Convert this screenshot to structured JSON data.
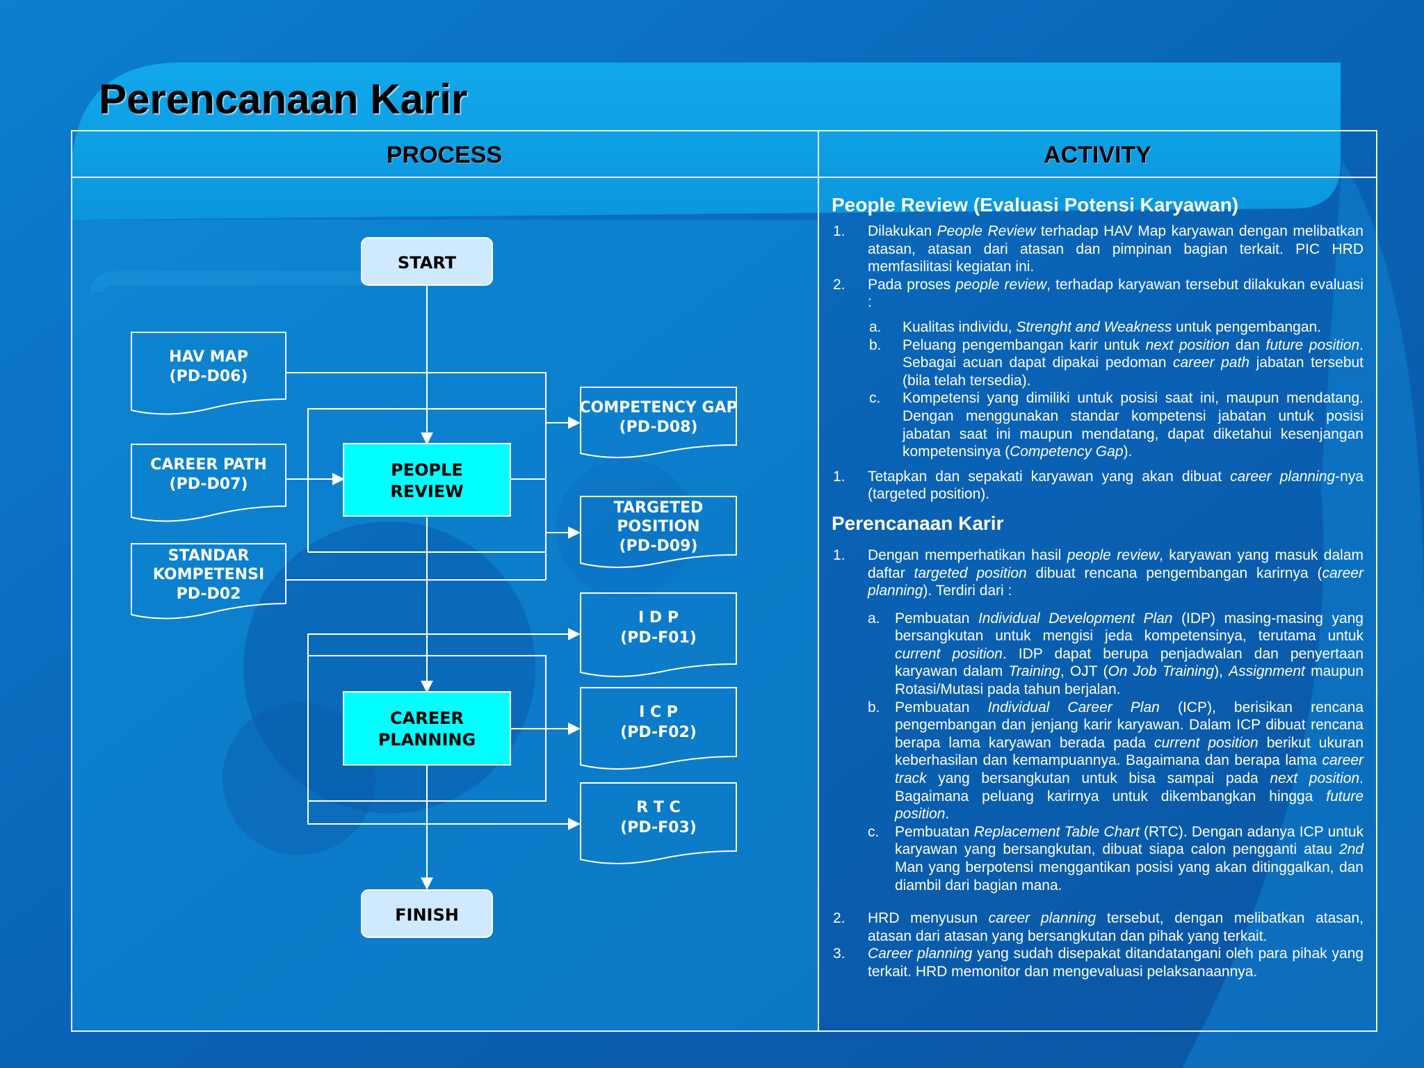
{
  "slide": {
    "title": "Perencanaan Karir",
    "columns": {
      "process": "PROCESS",
      "activity": "ACTIVITY"
    }
  },
  "flowchart": {
    "start": "START",
    "finish": "FINISH",
    "inputs": [
      {
        "lines": [
          "HAV MAP",
          "(PD-D06)"
        ]
      },
      {
        "lines": [
          "CAREER PATH",
          "(PD-D07)"
        ]
      },
      {
        "lines": [
          "STANDAR",
          "KOMPETENSI",
          "PD-D02"
        ]
      }
    ],
    "processes": [
      {
        "lines": [
          "PEOPLE",
          "REVIEW"
        ]
      },
      {
        "lines": [
          "CAREER",
          "PLANNING"
        ]
      }
    ],
    "outputs": [
      {
        "lines": [
          "COMPETENCY GAP",
          "(PD-D08)"
        ]
      },
      {
        "lines": [
          "TARGETED",
          "POSITION",
          "(PD-D09)"
        ]
      },
      {
        "lines": [
          "I D P",
          "(PD-F01)"
        ]
      },
      {
        "lines": [
          "I C P",
          "(PD-F02)"
        ]
      },
      {
        "lines": [
          "R T C",
          "(PD-F03)"
        ]
      }
    ]
  },
  "activity": {
    "people_review": {
      "heading": "People Review (Evaluasi Potensi Karyawan)",
      "items": [
        {
          "num": "1.",
          "parts": [
            [
              "Dilakukan ",
              false
            ],
            [
              "People Review",
              true
            ],
            [
              " terhadap HAV Map karyawan dengan melibatkan atasan, atasan dari atasan dan pimpinan bagian terkait. PIC HRD memfasilitasi kegiatan ini.",
              false
            ]
          ]
        },
        {
          "num": "2.",
          "parts": [
            [
              "Pada proses ",
              false
            ],
            [
              "people review",
              true
            ],
            [
              ", terhadap karyawan tersebut dilakukan evaluasi :",
              false
            ]
          ]
        }
      ],
      "subitems": [
        {
          "num": "a.",
          "parts": [
            [
              "Kualitas individu, ",
              false
            ],
            [
              "Strenght and Weakness",
              true
            ],
            [
              " untuk pengembangan.",
              false
            ]
          ]
        },
        {
          "num": "b.",
          "parts": [
            [
              "Peluang pengembangan karir untuk ",
              false
            ],
            [
              "next position",
              true
            ],
            [
              " dan ",
              false
            ],
            [
              "future position",
              true
            ],
            [
              ". Sebagai acuan dapat dipakai pedoman ",
              false
            ],
            [
              "career path",
              true
            ],
            [
              " jabatan tersebut (bila telah tersedia).",
              false
            ]
          ]
        },
        {
          "num": "c.",
          "parts": [
            [
              "Kompetensi yang dimiliki untuk posisi saat ini, maupun mendatang. Dengan menggunakan standar kompetensi jabatan untuk posisi jabatan saat ini maupun mendatang, dapat diketahui kesenjangan kompetensinya (",
              false
            ],
            [
              "Competency Gap",
              true
            ],
            [
              ").",
              false
            ]
          ]
        }
      ],
      "final_item": {
        "num": "1.",
        "parts": [
          [
            "Tetapkan dan sepakati karyawan yang akan dibuat ",
            false
          ],
          [
            "career planning",
            true
          ],
          [
            "-nya (targeted position).",
            false
          ]
        ]
      }
    },
    "perencanaan": {
      "heading": "Perencanaan Karir",
      "intro": {
        "num": "1.",
        "parts": [
          [
            "Dengan memperhatikan hasil ",
            false
          ],
          [
            "people review",
            true
          ],
          [
            ", karyawan yang masuk dalam daftar ",
            false
          ],
          [
            "targeted position",
            true
          ],
          [
            " dibuat rencana pengembangan karirnya (",
            false
          ],
          [
            "career planning",
            true
          ],
          [
            ").   Terdiri dari :",
            false
          ]
        ]
      },
      "subitems": [
        {
          "num": "a.",
          "parts": [
            [
              "Pembuatan ",
              false
            ],
            [
              "Individual Development Plan",
              true
            ],
            [
              " (IDP) masing-masing yang bersangkutan untuk mengisi jeda kompetensinya, terutama untuk ",
              false
            ],
            [
              "current position",
              true
            ],
            [
              ". IDP dapat berupa penjadwalan dan penyertaan karyawan dalam ",
              false
            ],
            [
              "Training",
              true
            ],
            [
              ", OJT (",
              false
            ],
            [
              "On Job Training",
              true
            ],
            [
              "), ",
              false
            ],
            [
              "Assignment",
              true
            ],
            [
              " maupun Rotasi/Mutasi pada tahun berjalan.",
              false
            ]
          ]
        },
        {
          "num": "b.",
          "parts": [
            [
              "Pembuatan ",
              false
            ],
            [
              "Individual Career Plan",
              true
            ],
            [
              " (ICP), berisikan rencana pengembangan dan jenjang karir karyawan.  Dalam ICP dibuat rencana berapa lama karyawan berada pada ",
              false
            ],
            [
              "current position",
              true
            ],
            [
              " berikut ukuran keberhasilan dan kemampuannya. Bagaimana dan berapa lama ",
              false
            ],
            [
              "career track",
              true
            ],
            [
              " yang bersangkutan untuk bisa sampai pada ",
              false
            ],
            [
              "next position",
              true
            ],
            [
              ". Bagaimana peluang karirnya untuk dikembangkan hingga ",
              false
            ],
            [
              "future position",
              true
            ],
            [
              ".",
              false
            ]
          ]
        },
        {
          "num": "c.",
          "parts": [
            [
              "Pembuatan ",
              false
            ],
            [
              "Replacement Table Chart",
              true
            ],
            [
              " (RTC).    Dengan adanya ICP untuk karyawan yang bersangkutan, dibuat siapa calon pengganti atau ",
              false
            ],
            [
              "2nd",
              true
            ],
            [
              " Man yang berpotensi menggantikan posisi yang akan ditinggalkan, dan diambil dari bagian mana.",
              false
            ]
          ]
        }
      ],
      "items": [
        {
          "num": "2.",
          "parts": [
            [
              "HRD menyusun ",
              false
            ],
            [
              "career planning",
              true
            ],
            [
              " tersebut, dengan melibatkan atasan, atasan dari atasan yang bersangkutan dan pihak yang terkait.",
              false
            ]
          ]
        },
        {
          "num": "3.",
          "parts": [
            [
              "Career planning",
              true
            ],
            [
              " yang sudah disepakat ditandatangani oleh para pihak yang terkait.  HRD memonitor dan mengevaluasi pelaksanaannya.",
              false
            ]
          ]
        }
      ]
    }
  }
}
